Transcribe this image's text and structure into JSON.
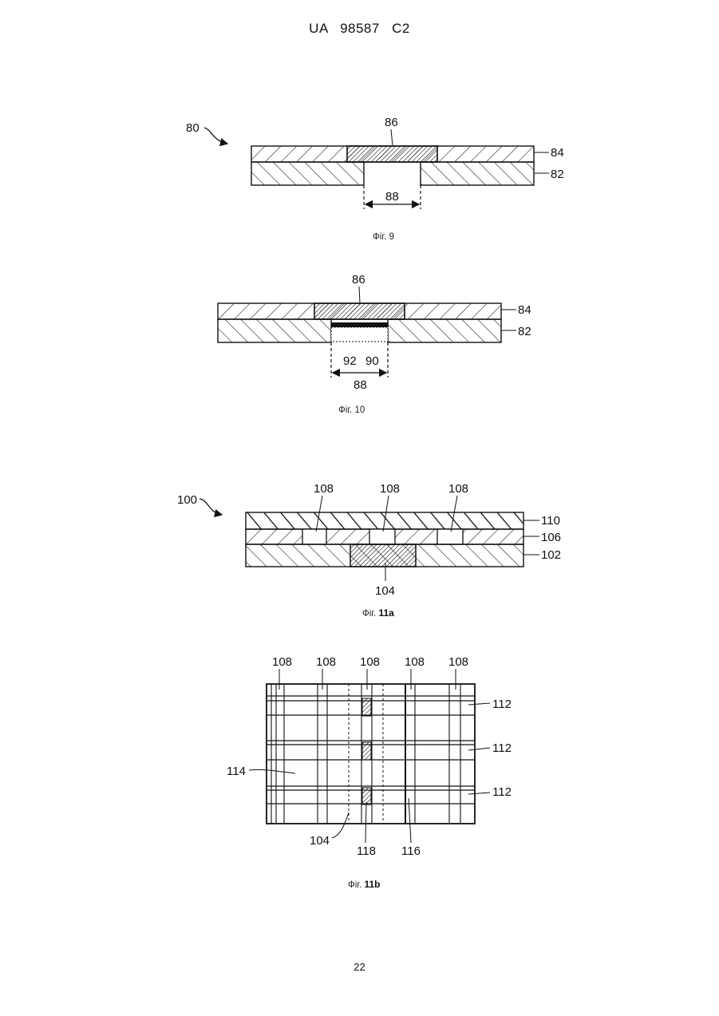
{
  "header": "UA   98587   C2",
  "page_number": "22",
  "fig9": {
    "caption": "Фіг. 9",
    "ref_80": "80",
    "ref_86": "86",
    "ref_84": "84",
    "ref_82": "82",
    "ref_88": "88"
  },
  "fig10": {
    "caption": "Фіг. 10",
    "ref_86": "86",
    "ref_84": "84",
    "ref_82": "82",
    "ref_92": "92",
    "ref_90": "90",
    "ref_88": "88"
  },
  "fig11a": {
    "caption_prefix": "Фіг. ",
    "caption_num": "11a",
    "ref_100": "100",
    "ref_108a": "108",
    "ref_108b": "108",
    "ref_108c": "108",
    "ref_110": "110",
    "ref_106": "106",
    "ref_102": "102",
    "ref_104": "104"
  },
  "fig11b": {
    "caption_prefix": "Фіг. ",
    "caption_num": "11b",
    "ref_108": [
      "108",
      "108",
      "108",
      "108",
      "108"
    ],
    "ref_112": [
      "112",
      "112",
      "112"
    ],
    "ref_114": "114",
    "ref_104": "104",
    "ref_118": "118",
    "ref_116": "116"
  }
}
